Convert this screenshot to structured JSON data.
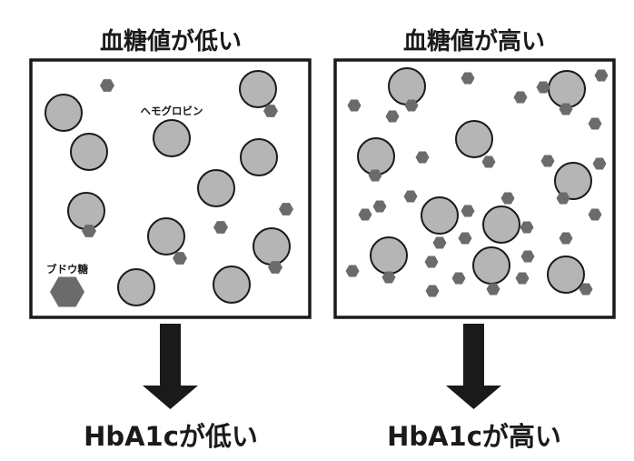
{
  "colors": {
    "hemoglobin_fill": "#b5b5b5",
    "hemoglobin_stroke": "#1a1a1a",
    "glucose_fill": "#6b6b6b",
    "frame": "#1a1a1a",
    "arrow": "#1a1a1a"
  },
  "panels": [
    {
      "title": "血糖値が低い",
      "result": "HbA1cが低い",
      "hemoglobin_label": "ヘモグロビン",
      "glucose_label": "ブドウ糖",
      "hemoglobin_count": 11,
      "glucose_count": 8
    },
    {
      "title": "血糖値が高い",
      "result": "HbA1cが高い",
      "hemoglobin_count": 10,
      "glucose_count": 34
    }
  ]
}
